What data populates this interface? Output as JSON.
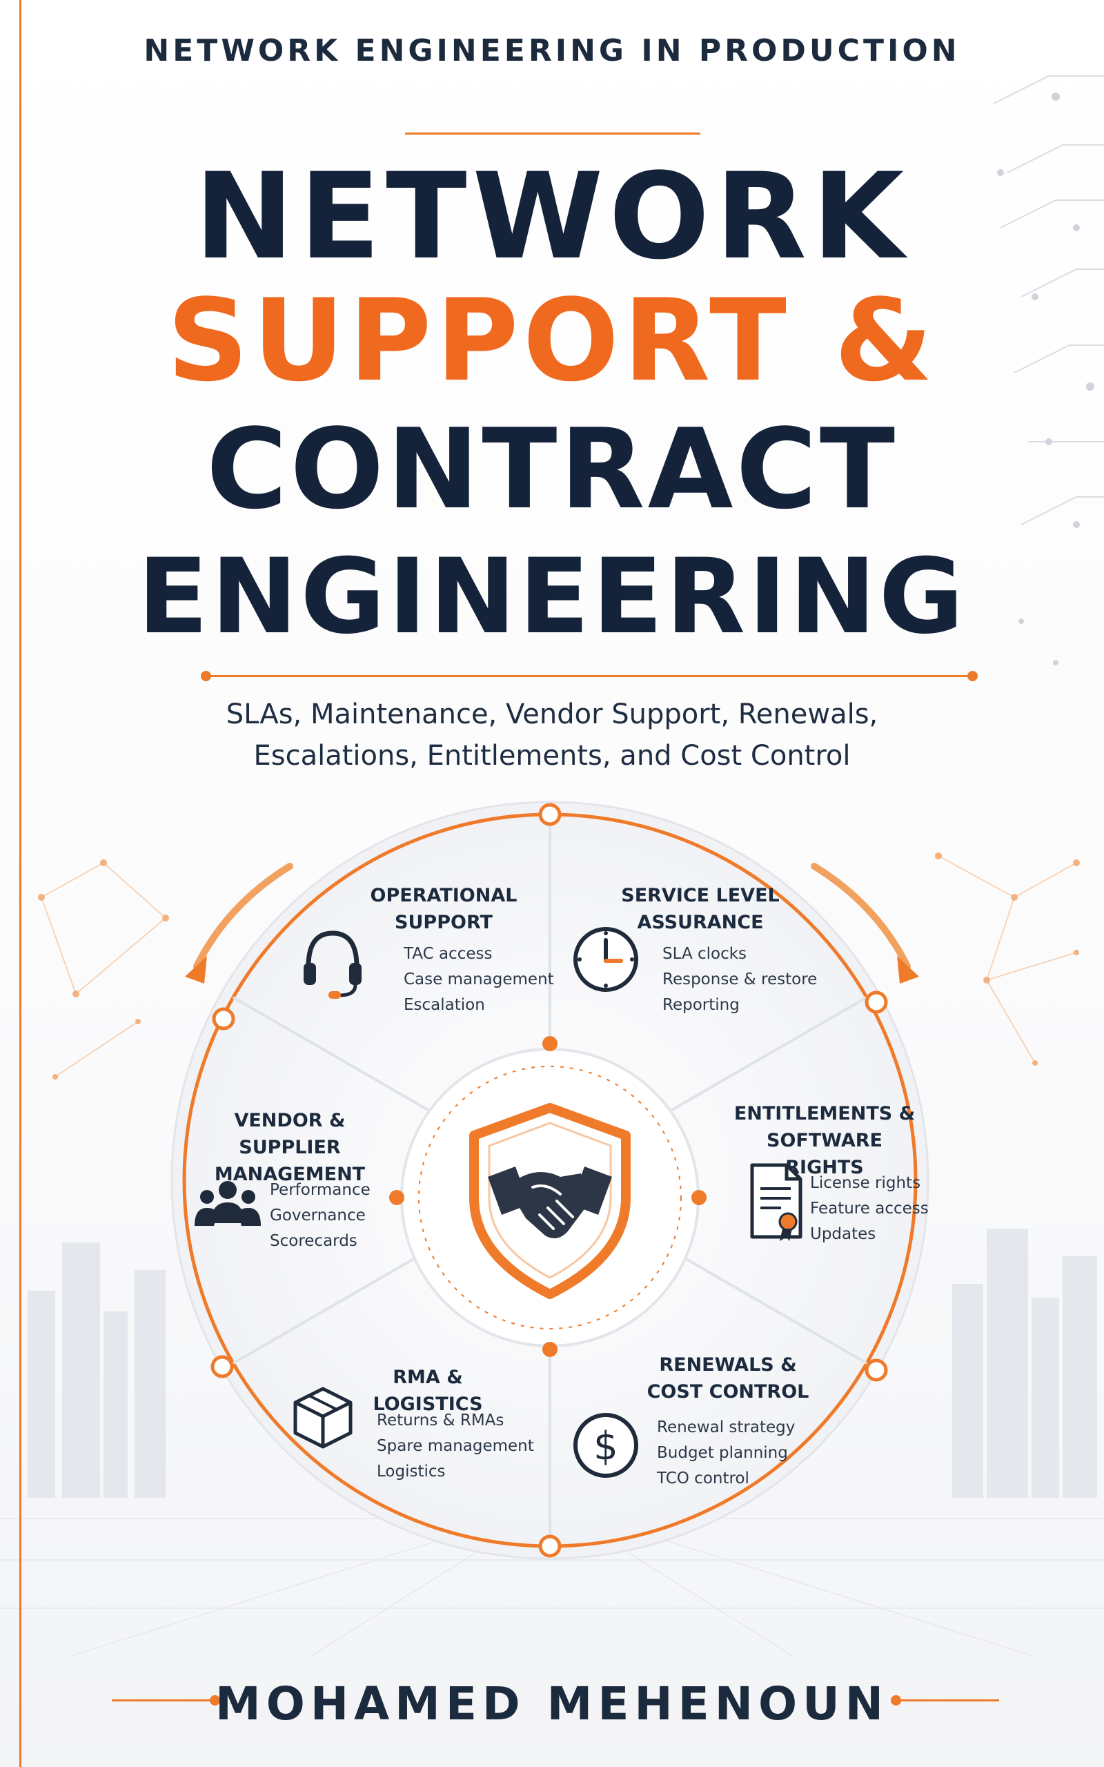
{
  "series_title": "NETWORK ENGINEERING IN PRODUCTION",
  "title": {
    "line1": "NETWORK",
    "line2": "SUPPORT &",
    "line3": "CONTRACT",
    "line4": "ENGINEERING"
  },
  "subtitle": {
    "line1": "SLAs, Maintenance, Vendor Support, Renewals,",
    "line2": "Escalations, Entitlements, and Cost Control"
  },
  "segments": {
    "operational": {
      "title1": "OPERATIONAL",
      "title2": "SUPPORT",
      "items": [
        "TAC access",
        "Case management",
        "Escalation"
      ],
      "icon": "headset-icon"
    },
    "service": {
      "title1": "SERVICE LEVEL",
      "title2": "ASSURANCE",
      "items": [
        "SLA clocks",
        "Response & restore",
        "Reporting"
      ],
      "icon": "clock-icon"
    },
    "entitlements": {
      "title1": "ENTITLEMENTS &",
      "title2": "SOFTWARE RIGHTS",
      "items": [
        "License rights",
        "Feature access",
        "Updates"
      ],
      "icon": "certificate-document-icon"
    },
    "renewals": {
      "title1": "RENEWALS &",
      "title2": "COST CONTROL",
      "items": [
        "Renewal strategy",
        "Budget planning",
        "TCO control"
      ],
      "icon": "dollar-icon"
    },
    "rma": {
      "title1": "RMA & LOGISTICS",
      "items": [
        "Returns & RMAs",
        "Spare management",
        "Logistics"
      ],
      "icon": "package-box-icon"
    },
    "vendor": {
      "title1": "VENDOR & SUPPLIER",
      "title2": "MANAGEMENT",
      "items": [
        "Performance",
        "Governance",
        "Scorecards"
      ],
      "icon": "people-group-icon"
    }
  },
  "center_icon": "handshake-shield-icon",
  "author": "MOHAMED MEHENOUN",
  "colors": {
    "navy": "#15233a",
    "orange": "#ef6a1f",
    "background": "#ffffff"
  }
}
